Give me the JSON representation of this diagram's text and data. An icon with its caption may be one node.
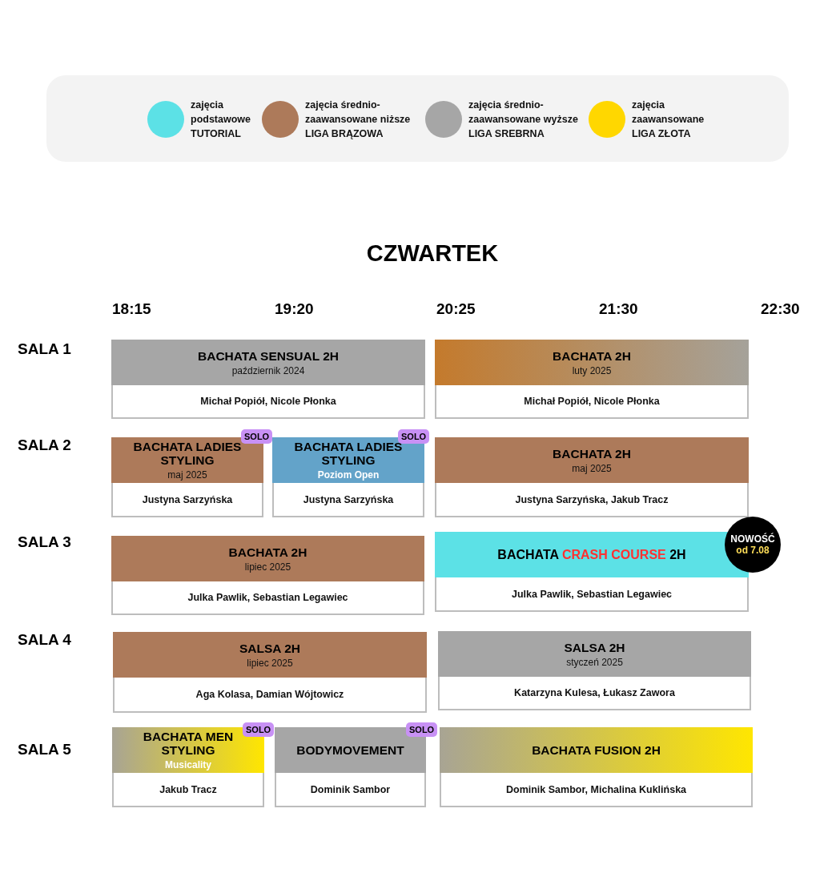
{
  "diagram": {
    "title": "CZWARTEK",
    "nodes": [
      {
        "text": [
          "BACHATA SENSUAL 2H",
          "październik 2024",
          "Michał Popiół, Nicole Płonka"
        ]
      },
      {
        "text": [
          "BACHATA 2H",
          "luty 2025",
          "Michał Popiół, Nicole Płonka"
        ]
      },
      {
        "text": [
          "BACHATA LADIES STYLING",
          "maj 2025",
          "Justyna Sarzyńska"
        ]
      },
      {
        "text": [
          "SOLO"
        ]
      },
      {
        "text": [
          "BACHATA LADIES STYLING",
          "Poziom Open",
          "Justyna Sarzyńska"
        ]
      },
      {
        "text": [
          "SOLO"
        ]
      },
      {
        "text": [
          "BACHATA 2H",
          "maj 2025",
          "Justyna Sarzyńska, Jakub Tracz"
        ]
      },
      {
        "text": [
          "BACHATA 2H",
          "lipiec 2025",
          "Julka Pawlik, Sebastian Legawiec"
        ]
      },
      {
        "text": [
          "BACHATA",
          "CRASH COURSE",
          "2H",
          "Julka Pawlik, Sebastian Legawiec"
        ]
      },
      {
        "text": [
          "NOWOŚĆ",
          "od 7.08"
        ]
      },
      {
        "text": [
          "SALSA 2H",
          "lipiec 2025",
          "Aga Kolasa, Damian Wójtowicz"
        ]
      },
      {
        "text": [
          "SALSA 2H",
          "styczeń 2025",
          "Katarzyna Kulesa, Łukasz Zawora"
        ]
      },
      {
        "text": [
          "BACHATA MEN STYLING",
          "Musicality",
          "Jakub Tracz"
        ]
      },
      {
        "text": [
          "SOLO"
        ]
      },
      {
        "text": [
          "BODYMOVEMENT",
          "Dominik Sambor"
        ]
      },
      {
        "text": [
          "SOLO"
        ]
      },
      {
        "text": [
          "BACHATA FUSION 2H",
          "Dominik Sambor, Michalina Kuklińska"
        ]
      }
    ],
    "labels": [
      "18:15",
      "19:20",
      "20:25",
      "21:30",
      "22:30",
      "SALA 1",
      "SALA 2",
      "SALA 3",
      "SALA 4",
      "SALA 5"
    ],
    "legend": [
      {
        "text": "zajęcia podstawowe TUTORIAL",
        "color": "#5ce1e6"
      },
      {
        "text": "zajęcia średnio- zaawansowane niższe LIGA BRĄZOWA",
        "color": "#ad7a5a"
      },
      {
        "text": "zajęcia średnio- zaawansowane wyższe LIGA SREBRNA",
        "color": "#a6a6a6"
      },
      {
        "text": "zajęcia zaawansowane LIGA ZŁOTA",
        "color": "#ffd700"
      }
    ]
  }
}
